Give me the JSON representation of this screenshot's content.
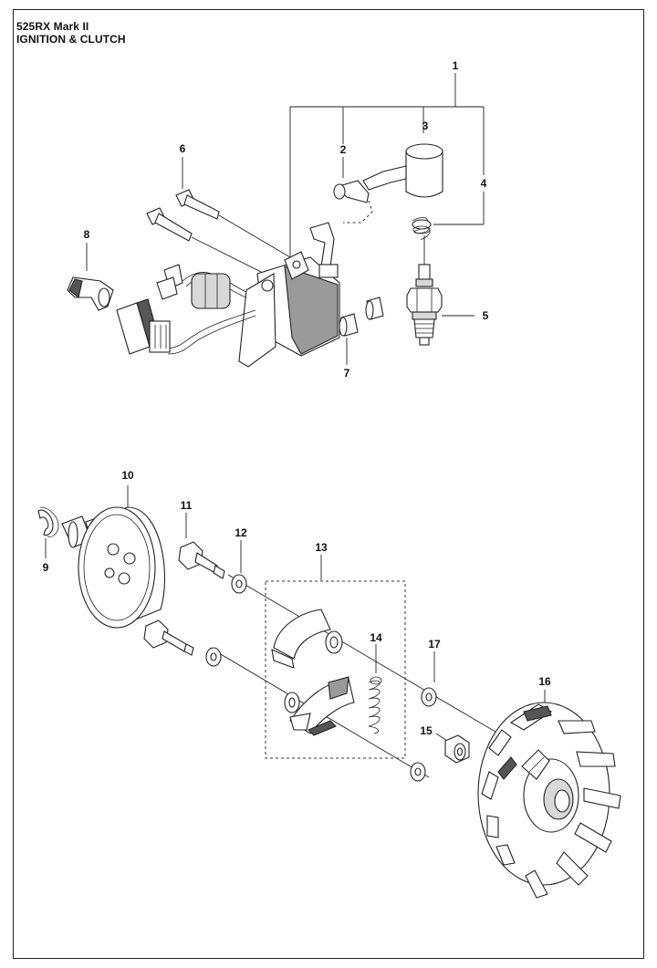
{
  "header": {
    "model": "525RX Mark II",
    "section": "IGNITION & CLUTCH"
  },
  "callouts": [
    "1",
    "2",
    "3",
    "4",
    "5",
    "6",
    "7",
    "8",
    "9",
    "10",
    "11",
    "12",
    "13",
    "14",
    "15",
    "16",
    "17"
  ]
}
